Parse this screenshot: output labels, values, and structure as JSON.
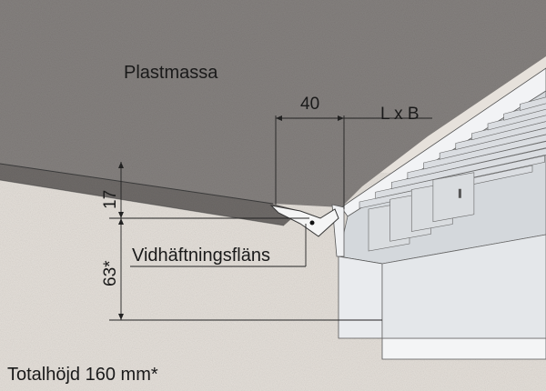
{
  "labels": {
    "plastmassa": "Plastmassa",
    "dim_40": "40",
    "dim_lxb": "L x B",
    "dim_17": "17",
    "dim_63": "63*",
    "flange": "Vidhäftningsfläns",
    "total_height": "Totalhöjd 160 mm*"
  },
  "colors": {
    "plastic": "#85817f",
    "substrate": "#e5e0da",
    "metal": "#eceef0",
    "metal_shadow": "#c7cbd0",
    "grating_slat": "#dadde1",
    "grating_slot": "#b5b9be",
    "lines": "#222222"
  }
}
